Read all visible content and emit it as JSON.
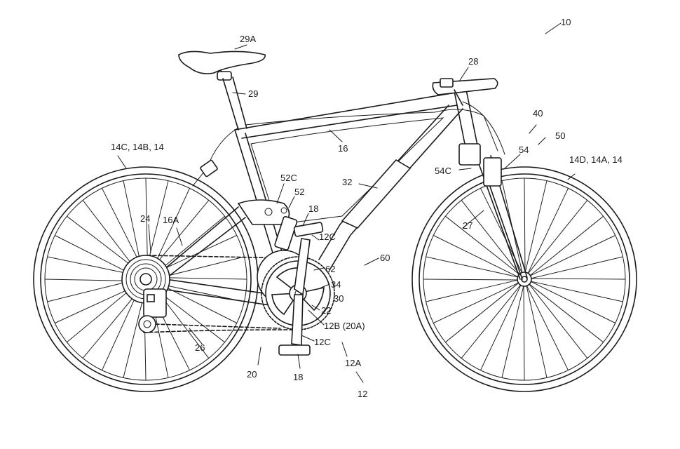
{
  "labels": {
    "l10": "10",
    "l29A": "29A",
    "l28": "28",
    "l29": "29",
    "l40": "40",
    "l50": "50",
    "l14CB": "14C, 14B, 14",
    "l16": "16",
    "l54": "54",
    "l14DA": "14D, 14A, 14",
    "l54C": "54C",
    "l52C": "52C",
    "l52": "52",
    "l32": "32",
    "l18a": "18",
    "l24": "24",
    "l16A": "16A",
    "l12Ca": "12C",
    "l27": "27",
    "l60": "60",
    "l62": "62",
    "l34": "34",
    "l30": "30",
    "l22": "22",
    "l12B": "12B (20A)",
    "l26": "26",
    "l12Cb": "12C",
    "l12A": "12A",
    "l20": "20",
    "l18b": "18",
    "l12": "12"
  },
  "colors": {
    "ink": "#1a1a1a",
    "paper": "#ffffff"
  }
}
